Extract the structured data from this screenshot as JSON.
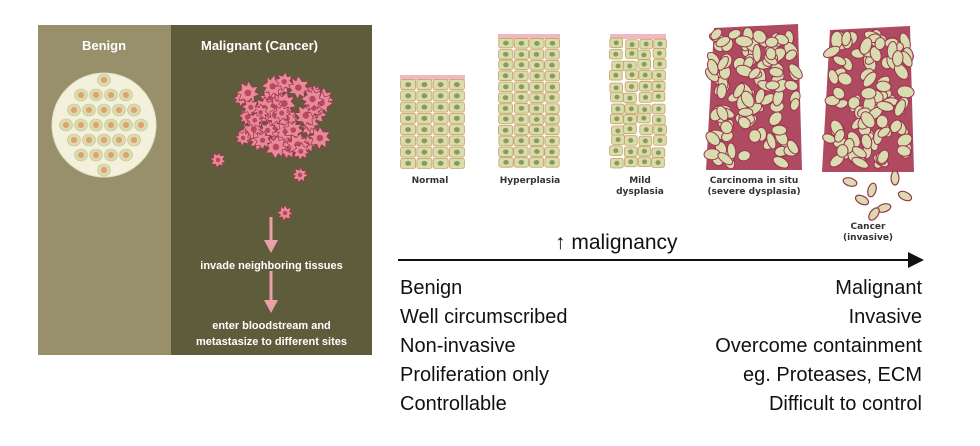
{
  "panel": {
    "benign_title": "Benign",
    "malignant_title": "Malignant (Cancer)",
    "invade_caption": "invade neighboring tissues",
    "spread_caption_line1": "enter bloodstream and",
    "spread_caption_line2": "metastasize to different sites"
  },
  "stages": [
    {
      "line1": "Normal",
      "line2": ""
    },
    {
      "line1": "Hyperplasia",
      "line2": ""
    },
    {
      "line1": "Mild",
      "line2": "dysplasia"
    },
    {
      "line1": "Carcinoma in situ",
      "line2": "(severe dysplasia)"
    },
    {
      "line1": "Cancer",
      "line2": "(invasive)"
    }
  ],
  "axis": {
    "label": "↑  malignancy"
  },
  "benign_traits": [
    "Benign",
    "Well circumscribed",
    "Non-invasive",
    "Proliferation only",
    "Controllable"
  ],
  "malignant_traits": [
    "Malignant",
    "Invasive",
    "Overcome containment",
    "eg. Proteases, ECM",
    "Difficult to control"
  ],
  "colors": {
    "benign_bg": "#98906a",
    "malignant_bg": "#5f5c3b",
    "cell_green": "#d8dcae",
    "cell_nucleus": "#e0a070",
    "cancer_cell": "#e88a98",
    "cancer_border": "#9a3550",
    "tissue_top": "#f2b8c0",
    "arrow": "#e9a0a6"
  }
}
